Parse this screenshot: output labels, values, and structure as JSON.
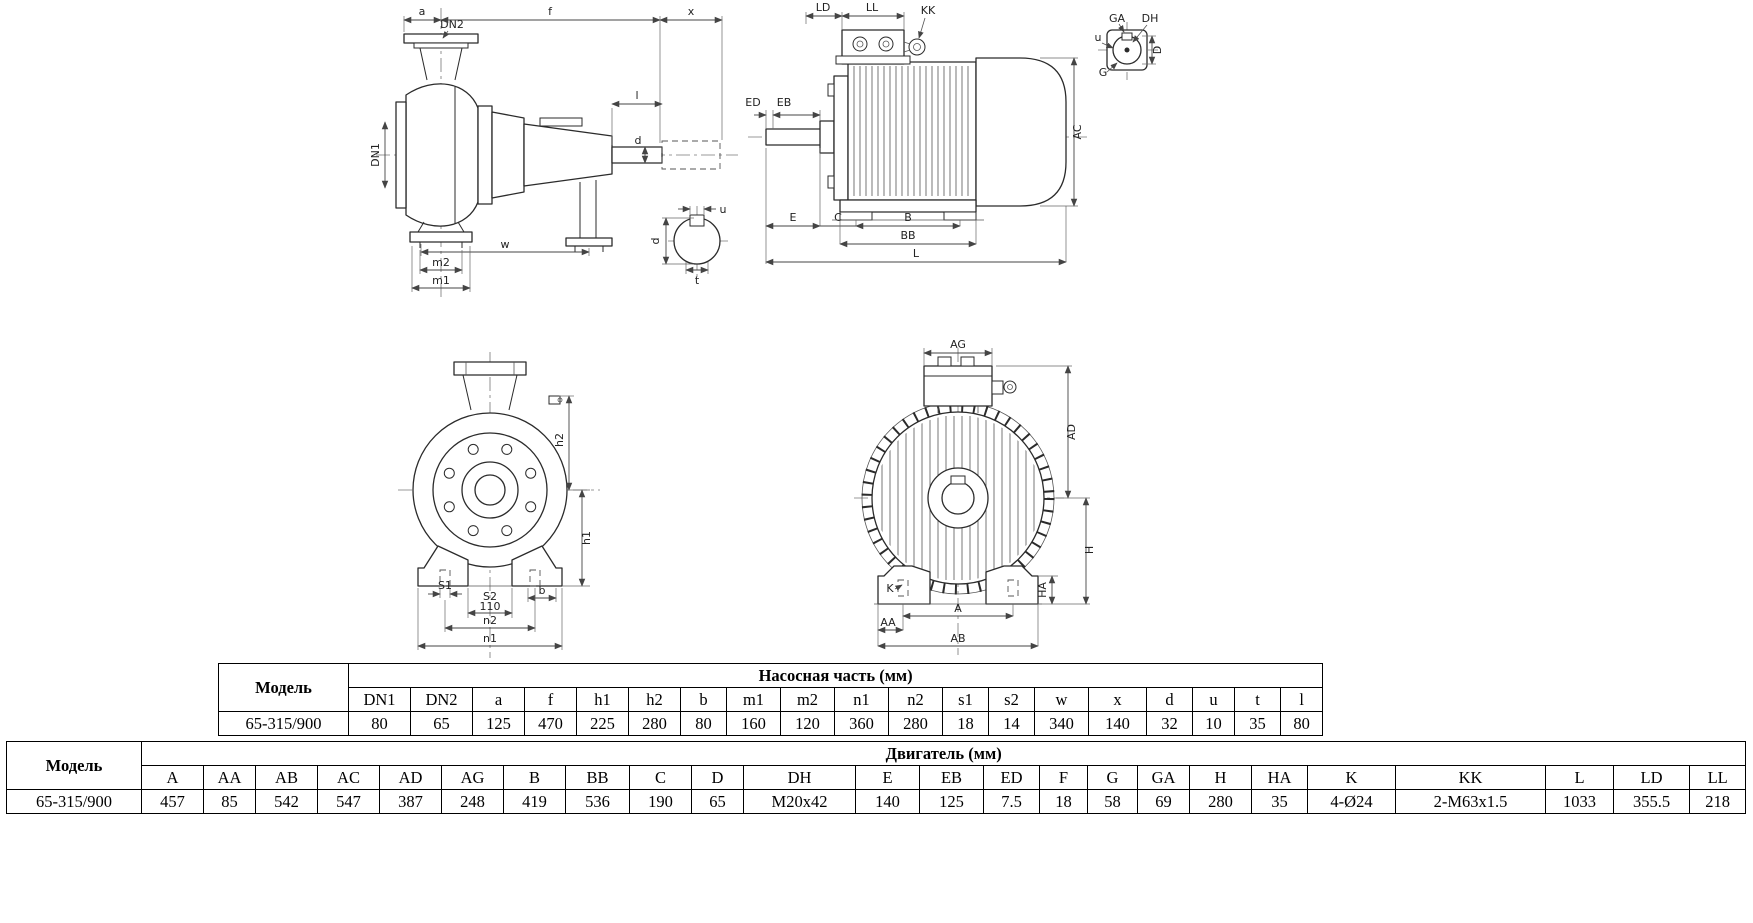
{
  "drawings": {
    "pump_side": {
      "a": "a",
      "dn2": "DN2",
      "f": "f",
      "x": "x",
      "dn1": "DN1",
      "l": "l",
      "d": "d",
      "w": "w",
      "m2": "m2",
      "m1": "m1"
    },
    "shaft_section": {
      "d": "d",
      "u": "u",
      "t": "t"
    },
    "motor_side": {
      "ld": "LD",
      "ll": "LL",
      "kk": "KK",
      "ed": "ED",
      "eb": "EB",
      "e": "E",
      "c": "C",
      "b": "B",
      "bb": "BB",
      "l": "L",
      "ac": "AC"
    },
    "shaft_end": {
      "ga": "GA",
      "dh": "DH",
      "u": "u",
      "d": "D",
      "g": "G"
    },
    "pump_front": {
      "h2": "h2",
      "h1": "h1",
      "s1": "S1",
      "s2": "S2",
      "v110": "110",
      "b": "b",
      "n2": "n2",
      "n1": "n1"
    },
    "motor_front": {
      "ag": "AG",
      "ad": "AD",
      "h": "H",
      "ha": "HA",
      "k": "K",
      "a": "A",
      "aa": "AA",
      "ab": "AB"
    }
  },
  "pump_table": {
    "model_header": "Модель",
    "section_header": "Насосная часть (мм)",
    "columns": [
      "DN1",
      "DN2",
      "a",
      "f",
      "h1",
      "h2",
      "b",
      "m1",
      "m2",
      "n1",
      "n2",
      "s1",
      "s2",
      "w",
      "x",
      "d",
      "u",
      "t",
      "l"
    ],
    "rows": [
      {
        "model": "65-315/900",
        "values": [
          "80",
          "65",
          "125",
          "470",
          "225",
          "280",
          "80",
          "160",
          "120",
          "360",
          "280",
          "18",
          "14",
          "340",
          "140",
          "32",
          "10",
          "35",
          "80"
        ]
      }
    ]
  },
  "motor_table": {
    "model_header": "Модель",
    "section_header": "Двигатель (мм)",
    "columns": [
      "A",
      "AA",
      "AB",
      "AC",
      "AD",
      "AG",
      "B",
      "BB",
      "C",
      "D",
      "DH",
      "E",
      "EB",
      "ED",
      "F",
      "G",
      "GA",
      "H",
      "HA",
      "K",
      "KK",
      "L",
      "LD",
      "LL"
    ],
    "rows": [
      {
        "model": "65-315/900",
        "values": [
          "457",
          "85",
          "542",
          "547",
          "387",
          "248",
          "419",
          "536",
          "190",
          "65",
          "M20x42",
          "140",
          "125",
          "7.5",
          "18",
          "58",
          "69",
          "280",
          "35",
          "4-Ø24",
          "2-M63x1.5",
          "1033",
          "355.5",
          "218"
        ]
      }
    ]
  }
}
